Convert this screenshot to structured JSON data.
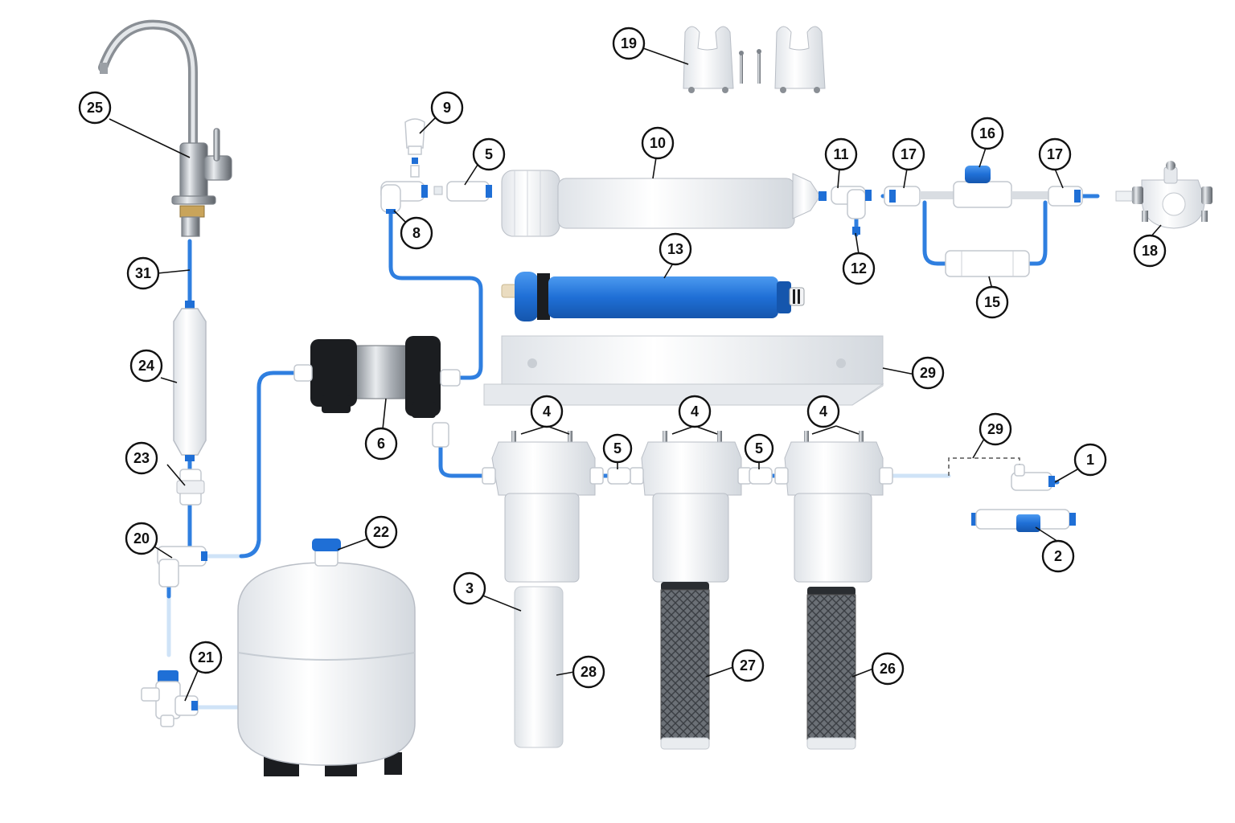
{
  "diagram": {
    "callouts": [
      {
        "id": "c1",
        "label": "1"
      },
      {
        "id": "c2",
        "label": "2"
      },
      {
        "id": "c3",
        "label": "3"
      },
      {
        "id": "c4a",
        "label": "4"
      },
      {
        "id": "c4b",
        "label": "4"
      },
      {
        "id": "c4c",
        "label": "4"
      },
      {
        "id": "c5a",
        "label": "5"
      },
      {
        "id": "c5b",
        "label": "5"
      },
      {
        "id": "c5c",
        "label": "5"
      },
      {
        "id": "c6",
        "label": "6"
      },
      {
        "id": "c8",
        "label": "8"
      },
      {
        "id": "c9",
        "label": "9"
      },
      {
        "id": "c10",
        "label": "10"
      },
      {
        "id": "c11",
        "label": "11"
      },
      {
        "id": "c12",
        "label": "12"
      },
      {
        "id": "c13",
        "label": "13"
      },
      {
        "id": "c15",
        "label": "15"
      },
      {
        "id": "c16",
        "label": "16"
      },
      {
        "id": "c17a",
        "label": "17"
      },
      {
        "id": "c17b",
        "label": "17"
      },
      {
        "id": "c18",
        "label": "18"
      },
      {
        "id": "c19",
        "label": "19"
      },
      {
        "id": "c20",
        "label": "20"
      },
      {
        "id": "c21",
        "label": "21"
      },
      {
        "id": "c22",
        "label": "22"
      },
      {
        "id": "c23",
        "label": "23"
      },
      {
        "id": "c24",
        "label": "24"
      },
      {
        "id": "c25",
        "label": "25"
      },
      {
        "id": "c26",
        "label": "26"
      },
      {
        "id": "c27",
        "label": "27"
      },
      {
        "id": "c28",
        "label": "28"
      },
      {
        "id": "c29a",
        "label": "29"
      },
      {
        "id": "c29b",
        "label": "29"
      },
      {
        "id": "c31",
        "label": "31"
      }
    ],
    "colors": {
      "tubing": "#2f7fe0",
      "membrane": "#1f6fd6",
      "housing": "#f6f7f9",
      "pump_body": "#1b1d20",
      "callout_stroke": "#111111"
    },
    "icons": [
      "faucet-icon",
      "pump-icon",
      "tank-icon",
      "filter-housing-icon",
      "membrane-icon",
      "bracket-icon"
    ]
  }
}
